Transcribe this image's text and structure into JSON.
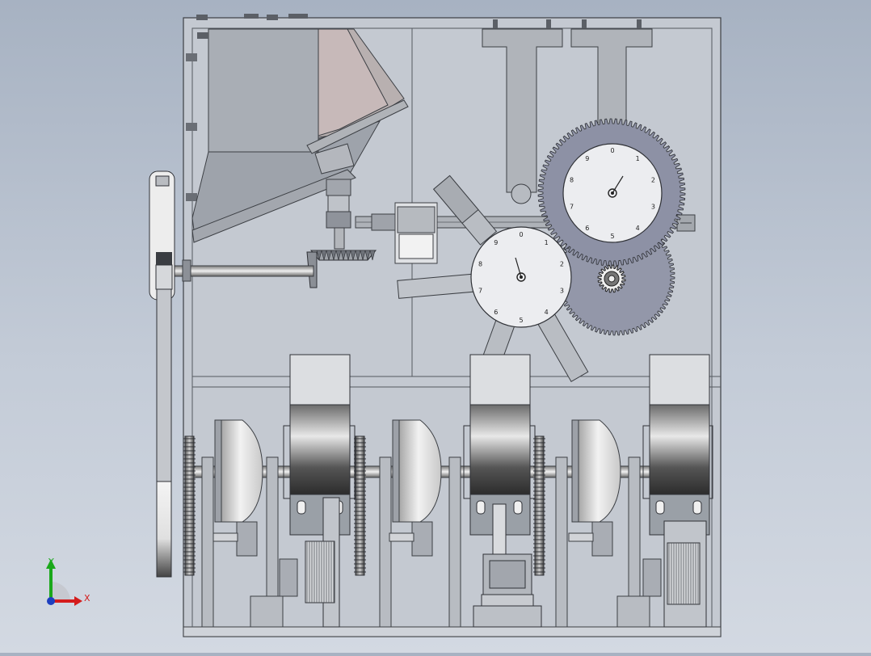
{
  "colors": {
    "background_top": "#a7b2c2",
    "frame_stroke": "#3c3f44",
    "panel_fill": "#c7ccd3",
    "metal_light": "#e6e6e6",
    "metal_dark": "#4a4a4a",
    "gear_fill": "#8f93a6",
    "axis_x": "#d41c1c",
    "axis_y": "#1aa81a",
    "axis_z": "#1d3fbf"
  },
  "icons": {
    "triad": "coordinate-triad-icon"
  },
  "dial_large": {
    "numbers": [
      "0",
      "1",
      "2",
      "3",
      "4",
      "5",
      "6",
      "7",
      "8",
      "9"
    ]
  },
  "dial_small": {
    "numbers": [
      "0",
      "1",
      "2",
      "3",
      "4",
      "5",
      "6",
      "7",
      "8",
      "9"
    ]
  },
  "triad": {
    "x_label": "X",
    "y_label": "Y"
  }
}
